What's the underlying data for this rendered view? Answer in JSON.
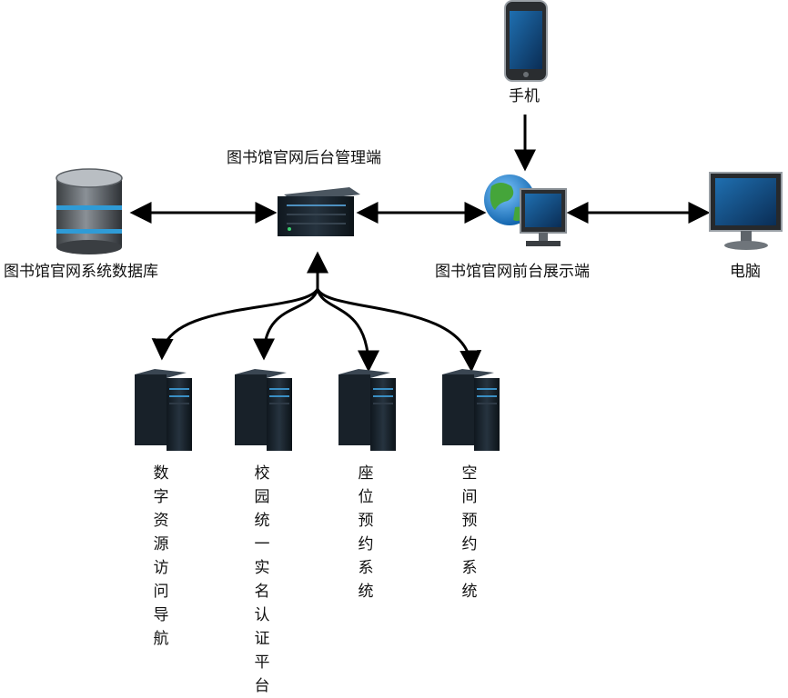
{
  "nodes": {
    "phone": {
      "label": "手机",
      "icon": "smartphone-icon"
    },
    "admin": {
      "label": "图书馆官网后台管理端",
      "icon": "rack-server-icon"
    },
    "frontend": {
      "label": "图书馆官网前台展示端",
      "icon": "globe-monitor-icon"
    },
    "database": {
      "label": "图书馆官网系统数据库",
      "icon": "database-icon"
    },
    "computer": {
      "label": "电脑",
      "icon": "monitor-icon"
    },
    "sub": [
      {
        "label": "数字资源访问导航",
        "icon": "tower-server-icon"
      },
      {
        "label": "校园统一实名认证平台",
        "icon": "tower-server-icon"
      },
      {
        "label": "座位预约系统",
        "icon": "tower-server-icon"
      },
      {
        "label": "空间预约系统",
        "icon": "tower-server-icon"
      }
    ]
  },
  "colors": {
    "line": "#000000",
    "server_body": "#1c2630",
    "accent": "#3a8fc4"
  }
}
